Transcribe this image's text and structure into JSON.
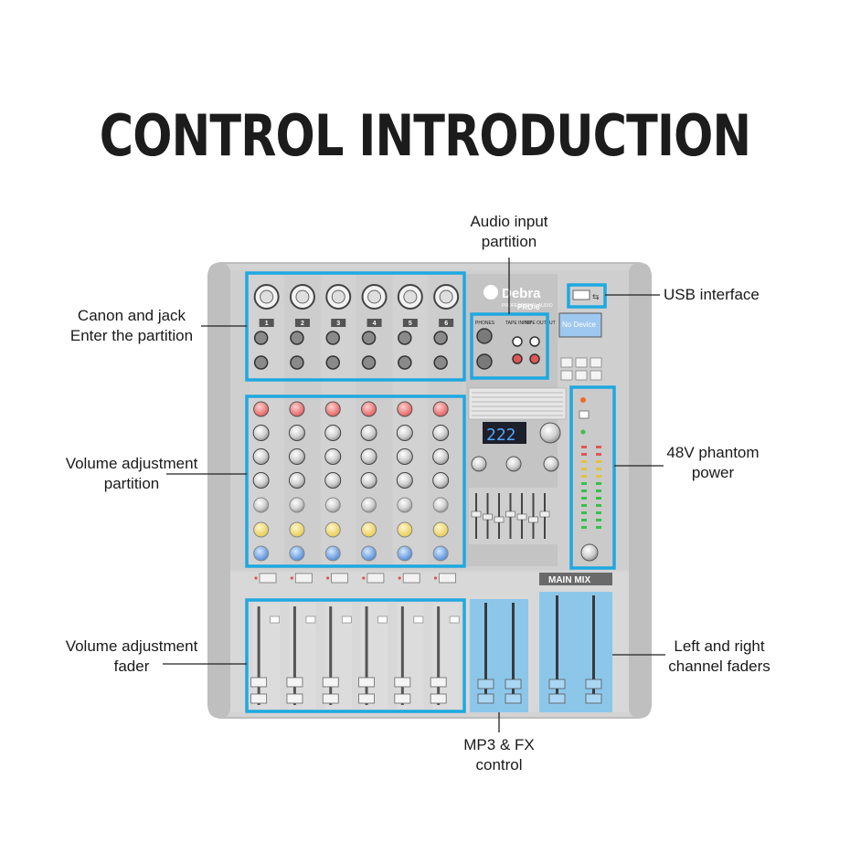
{
  "title": "CONTROL INTRODUCTION",
  "device": {
    "brand": "Debra",
    "brand_sub": "PROFESSIONAL AUDIO",
    "model": "PRO-6",
    "display_text": "No Device",
    "fx_display": "222",
    "channel_numbers": [
      "1",
      "2",
      "3",
      "4",
      "5",
      "6"
    ],
    "main_mix_label": "MAIN MIX",
    "input_labels": [
      "PHONES",
      "TAPE INPUT",
      "TAPE OUTPUT"
    ],
    "colors": {
      "highlight": "#1ea8e0",
      "body": "#d6d6d6",
      "panel": "#c9c9c9",
      "fader_fill": "#8cc7ea"
    }
  },
  "callouts": {
    "audio_input": "Audio input\npartition",
    "usb": "USB interface",
    "canon_jack": "Canon and jack\nEnter the partition",
    "volume_partition": "Volume adjustment\npartition",
    "phantom": "48V phantom\npower",
    "volume_fader": "Volume adjustment\nfader",
    "lr_faders": "Left and right\nchannel faders",
    "mp3_fx": "MP3 & FX\ncontrol"
  }
}
